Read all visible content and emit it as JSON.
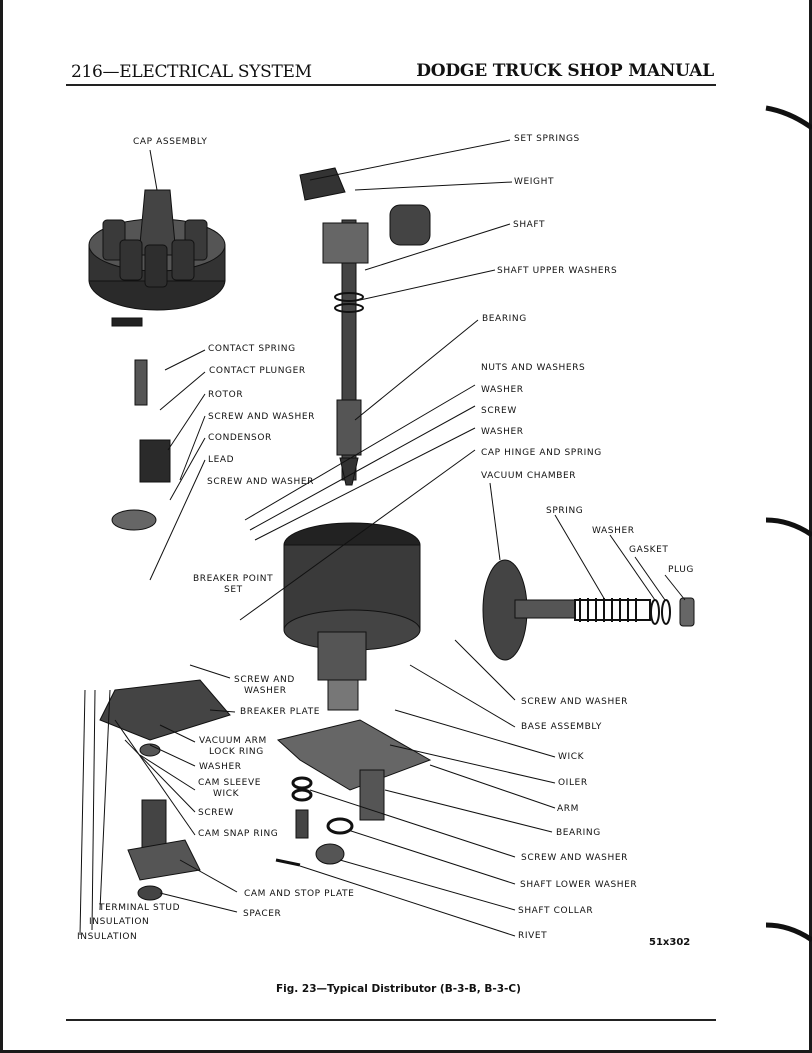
{
  "header": {
    "section": "216—ELECTRICAL SYSTEM",
    "manual_title": "DODGE TRUCK SHOP MANUAL"
  },
  "figure": {
    "caption": "Fig. 23—Typical Distributor (B-3-B, B-3-C)",
    "figure_number": "51x302",
    "labels": {
      "cap_assembly": "CAP ASSEMBLY",
      "set_springs": "SET SPRINGS",
      "weight": "WEIGHT",
      "shaft": "SHAFT",
      "shaft_upper_washers": "SHAFT UPPER WASHERS",
      "bearing_top": "BEARING",
      "contact_spring": "CONTACT SPRING",
      "contact_plunger": "CONTACT PLUNGER",
      "rotor": "ROTOR",
      "screw_and_washer_1": "SCREW AND WASHER",
      "condensor": "CONDENSOR",
      "lead": "LEAD",
      "screw_and_washer_2": "SCREW AND WASHER",
      "nuts_and_washers": "NUTS AND WASHERS",
      "washer_1": "WASHER",
      "screw_1": "SCREW",
      "washer_2": "WASHER",
      "cap_hinge_and_spring": "CAP HINGE AND SPRING",
      "vacuum_chamber": "VACUUM CHAMBER",
      "spring": "SPRING",
      "washer_3": "WASHER",
      "gasket": "GASKET",
      "plug": "PLUG",
      "breaker_point_set_1": "BREAKER POINT",
      "breaker_point_set_2": "SET",
      "screw_and_washer_3a": "SCREW AND",
      "screw_and_washer_3b": "WASHER",
      "breaker_plate": "BREAKER PLATE",
      "vacuum_arm_lock_ring_1": "VACUUM ARM",
      "vacuum_arm_lock_ring_2": "LOCK RING",
      "washer_4": "WASHER",
      "cam_sleeve_wick_1": "CAM SLEEVE",
      "cam_sleeve_wick_2": "WICK",
      "screw_2": "SCREW",
      "cam_snap_ring": "CAM SNAP RING",
      "screw_and_washer_4": "SCREW AND WASHER",
      "base_assembly": "BASE ASSEMBLY",
      "wick": "WICK",
      "oiler": "OILER",
      "arm": "ARM",
      "bearing_bottom": "BEARING",
      "screw_and_washer_5": "SCREW AND WASHER",
      "shaft_lower_washer": "SHAFT LOWER WASHER",
      "shaft_collar": "SHAFT COLLAR",
      "rivet": "RIVET",
      "cam_and_stop_plate": "CAM AND STOP PLATE",
      "spacer": "SPACER",
      "terminal_stud": "TERMINAL STUD",
      "insulation_1": "INSULATION",
      "insulation_2": "INSULATION"
    }
  }
}
